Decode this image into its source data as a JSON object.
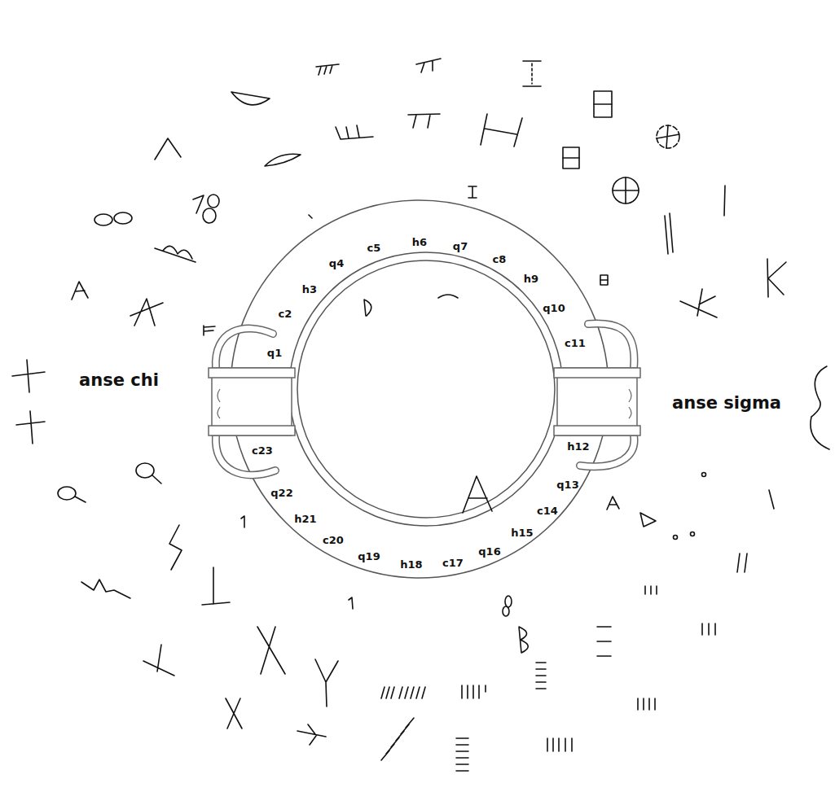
{
  "diagram": {
    "labels": [
      "anse chi",
      "anse sigma",
      "q1",
      "c2",
      "h3",
      "q4",
      "c5",
      "h6",
      "q7",
      "c8",
      "h9",
      "q10",
      "c11",
      "h12",
      "q13",
      "c14",
      "h15",
      "q16",
      "c17",
      "h18",
      "q19",
      "c20",
      "h21",
      "q22",
      "c23"
    ]
  }
}
